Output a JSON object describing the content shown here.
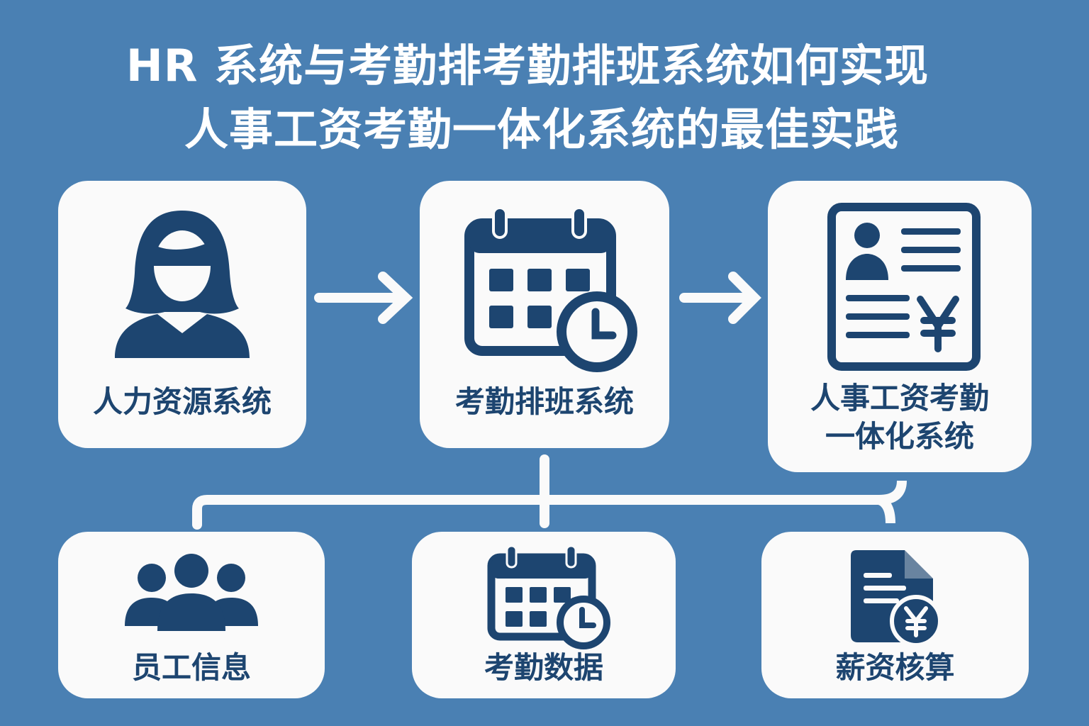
{
  "title": {
    "line1": "HR 系统与考勤排考勤排班系统如何实现",
    "line2": "人事工资考勤一体化系统的最佳实践"
  },
  "top_nodes": [
    {
      "label": "人力资源系统",
      "icon": "person-icon"
    },
    {
      "label": "考勤排班系统",
      "icon": "calendar-clock-icon"
    },
    {
      "label_line1": "人事工资考勤",
      "label_line2": "一体化系统",
      "icon": "payroll-document-icon"
    }
  ],
  "bottom_nodes": [
    {
      "label": "员工信息",
      "icon": "group-icon"
    },
    {
      "label": "考勤数据",
      "icon": "calendar-clock-icon"
    },
    {
      "label": "薪资核算",
      "icon": "invoice-yen-icon"
    }
  ],
  "colors": {
    "background": "#4a80b3",
    "card": "#fafafa",
    "icon": "#1d4570",
    "connector": "#ffffff"
  }
}
